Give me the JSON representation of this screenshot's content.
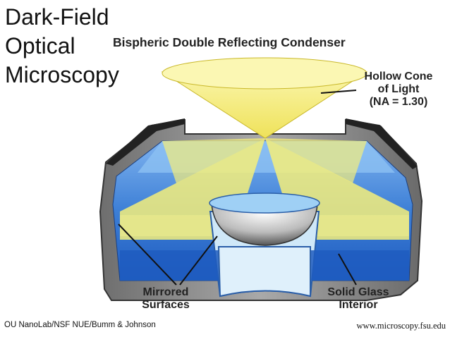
{
  "slide": {
    "title": "Dark-Field\nOptical\nMicroscopy",
    "credit": "OU NanoLab/NSF NUE/Bumm & Johnson",
    "source_url": "www.microscopy.fsu.edu"
  },
  "diagram": {
    "title": "Bispheric Double Reflecting Condenser",
    "labels": {
      "hollow_cone": "Hollow Cone\nof Light\n(NA = 1.30)",
      "mirrored_surfaces": "Mirrored\nSurfaces",
      "solid_glass": "Solid Glass\nInterior"
    }
  },
  "colors": {
    "light_cone": "#f5ee7a",
    "glass": "#3d7fd6",
    "housing": "#8a8a8a",
    "mirror": "#d8d8d8"
  }
}
